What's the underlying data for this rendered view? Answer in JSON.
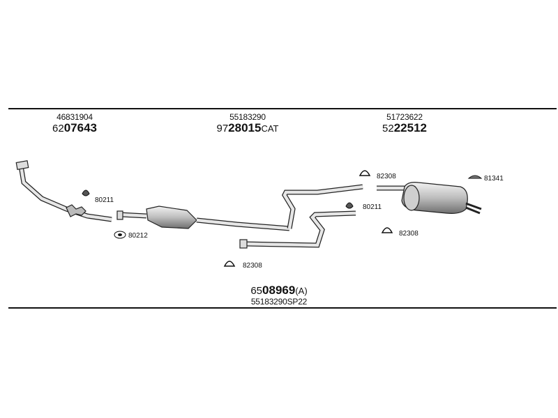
{
  "parts": {
    "left": {
      "oe": "46831904",
      "prefix": "62",
      "number": "07643",
      "suffix": ""
    },
    "middle": {
      "oe": "55183290",
      "prefix": "97",
      "number": "28015",
      "suffix": "CAT"
    },
    "right": {
      "oe": "51723622",
      "prefix": "52",
      "number": "22512",
      "suffix": ""
    }
  },
  "system": {
    "prefix": "65",
    "number": "08969",
    "suffix": "(A)",
    "oe": "55183290SP22"
  },
  "refs": {
    "r80211a": "80211",
    "r80212": "80212",
    "r82308a": "82308",
    "r82308b": "82308",
    "r82308c": "82308",
    "r80211b": "80211",
    "r81341": "81341"
  }
}
